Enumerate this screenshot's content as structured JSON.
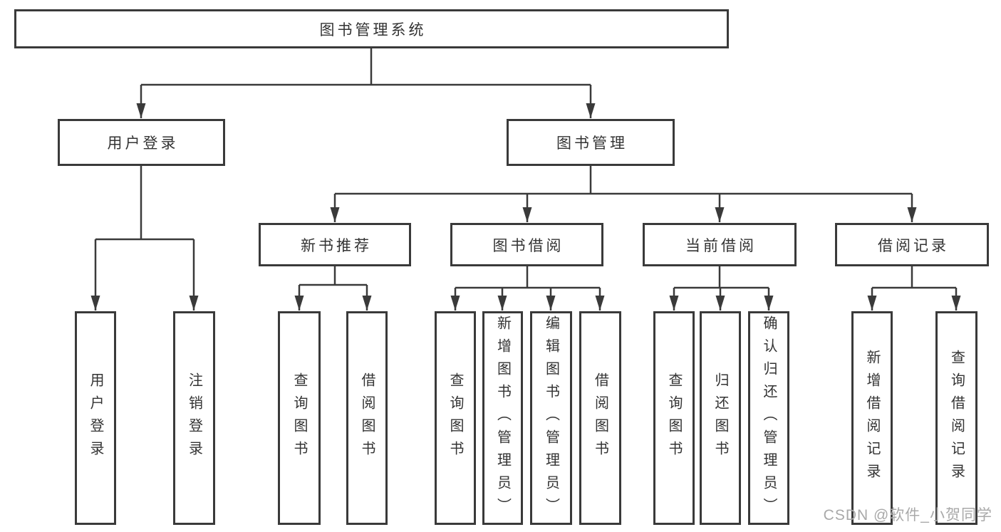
{
  "diagram": {
    "type": "hierarchy-tree",
    "watermark": "CSDN @软件_小贺同学",
    "colors": {
      "line": "#3a3a3a",
      "box_border": "#3a3a3a",
      "box_background": "#ffffff",
      "text": "#333333",
      "watermark_text": "#a9a9a9"
    },
    "tree": {
      "label": "图书管理系统",
      "children": [
        {
          "label": "用户登录",
          "children": [
            {
              "label": "用户登录"
            },
            {
              "label": "注销登录"
            }
          ]
        },
        {
          "label": "图书管理",
          "children": [
            {
              "label": "新书推荐",
              "children": [
                {
                  "label": "查询图书"
                },
                {
                  "label": "借阅图书"
                }
              ]
            },
            {
              "label": "图书借阅",
              "children": [
                {
                  "label": "查询图书"
                },
                {
                  "label": "新增图书（管理员）"
                },
                {
                  "label": "编辑图书（管理员）"
                },
                {
                  "label": "借阅图书"
                }
              ]
            },
            {
              "label": "当前借阅",
              "children": [
                {
                  "label": "查询图书"
                },
                {
                  "label": "归还图书"
                },
                {
                  "label": "确认归还（管理员）"
                }
              ]
            },
            {
              "label": "借阅记录",
              "children": [
                {
                  "label": "新增借阅记录"
                },
                {
                  "label": "查询借阅记录"
                }
              ]
            }
          ]
        }
      ]
    }
  }
}
